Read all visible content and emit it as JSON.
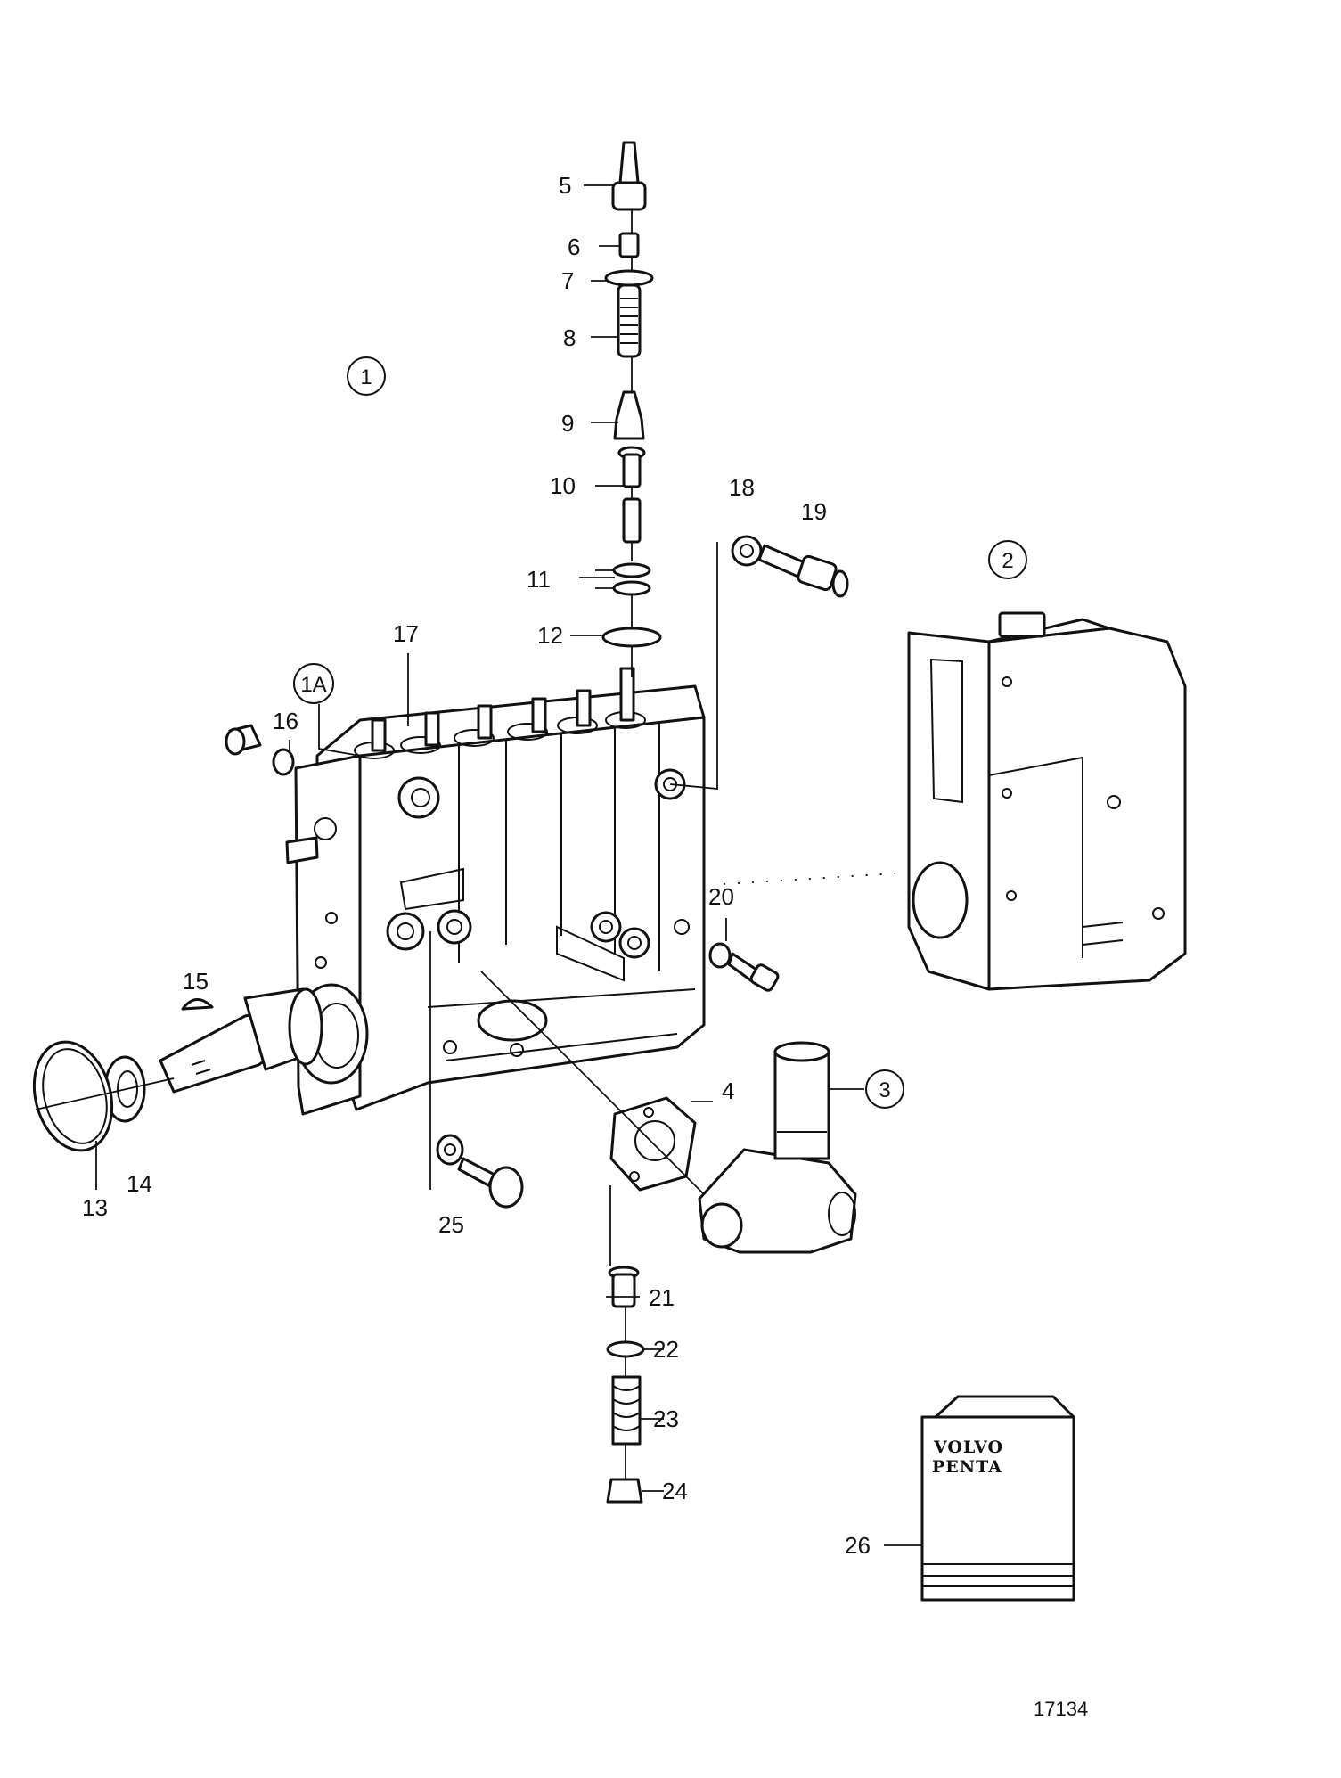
{
  "diagram": {
    "figure_number": "17134",
    "brand": {
      "line1": "VOLVO",
      "line2": "PENTA"
    },
    "group_labels": [
      {
        "id": "g1",
        "text": "1"
      },
      {
        "id": "g1a",
        "text": "1A"
      },
      {
        "id": "g2",
        "text": "2"
      },
      {
        "id": "g3",
        "text": "3"
      }
    ],
    "part_labels": [
      {
        "id": "p4",
        "text": "4"
      },
      {
        "id": "p5",
        "text": "5"
      },
      {
        "id": "p6",
        "text": "6"
      },
      {
        "id": "p7",
        "text": "7"
      },
      {
        "id": "p8",
        "text": "8"
      },
      {
        "id": "p9",
        "text": "9"
      },
      {
        "id": "p10",
        "text": "10"
      },
      {
        "id": "p11",
        "text": "11"
      },
      {
        "id": "p12",
        "text": "12"
      },
      {
        "id": "p13",
        "text": "13"
      },
      {
        "id": "p14",
        "text": "14"
      },
      {
        "id": "p15",
        "text": "15"
      },
      {
        "id": "p16",
        "text": "16"
      },
      {
        "id": "p17",
        "text": "17"
      },
      {
        "id": "p18",
        "text": "18"
      },
      {
        "id": "p19",
        "text": "19"
      },
      {
        "id": "p20",
        "text": "20"
      },
      {
        "id": "p21",
        "text": "21"
      },
      {
        "id": "p22",
        "text": "22"
      },
      {
        "id": "p23",
        "text": "23"
      },
      {
        "id": "p24",
        "text": "24"
      },
      {
        "id": "p25",
        "text": "25"
      },
      {
        "id": "p26",
        "text": "26"
      }
    ]
  }
}
